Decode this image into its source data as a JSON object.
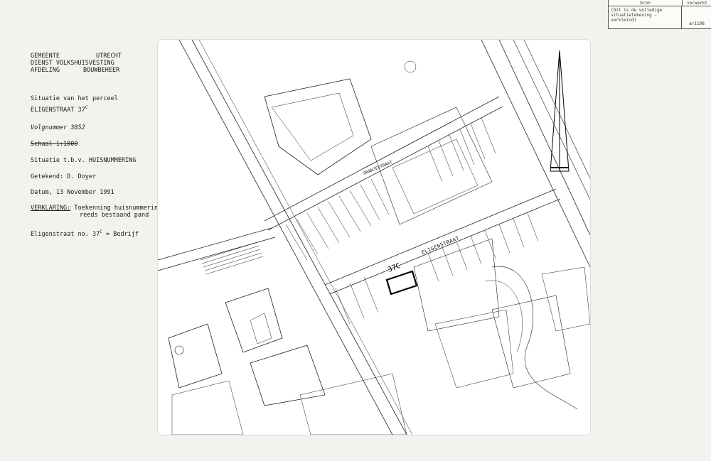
{
  "source_table": {
    "header_left": "bron",
    "header_right": "verwerkt",
    "note": "(Dit is de volledige situatietekening - verkleind)",
    "code": "ar1198"
  },
  "title_block": {
    "org_left_1": "GEMEENTE",
    "org_right_1": "UTRECHT",
    "org_line_2": "DIENST VOLKSHUISVESTING",
    "org_left_3": "AFDELING",
    "org_right_3": "BOUWBEHEER",
    "situatie_title": "Situatie van het perceel",
    "street_line": "ELIGENSTRAAT 37",
    "street_sup": "C",
    "volgnummer": "Volgnummer 3852",
    "schaal": "Schaal 1:1000",
    "situatie_tbv": "Situatie t.b.v. HUISNUMMERING",
    "getekend": "Getekend: D. Doyer",
    "datum": "Datum, 13 November 1991",
    "verklaring_label": "VERKLARING:",
    "verklaring_text_1": "Toekenning huisnummering voor ongenummerd,",
    "verklaring_text_2": "reeds bestaand pand",
    "result_line": "Eligenstraat no. 37",
    "result_sup": "C",
    "result_suffix": " = Bedrijf"
  },
  "map": {
    "street_label": "ELIGENSTRAAT",
    "lot_label": "37C",
    "other_street": "ORANJESTRAAT"
  }
}
